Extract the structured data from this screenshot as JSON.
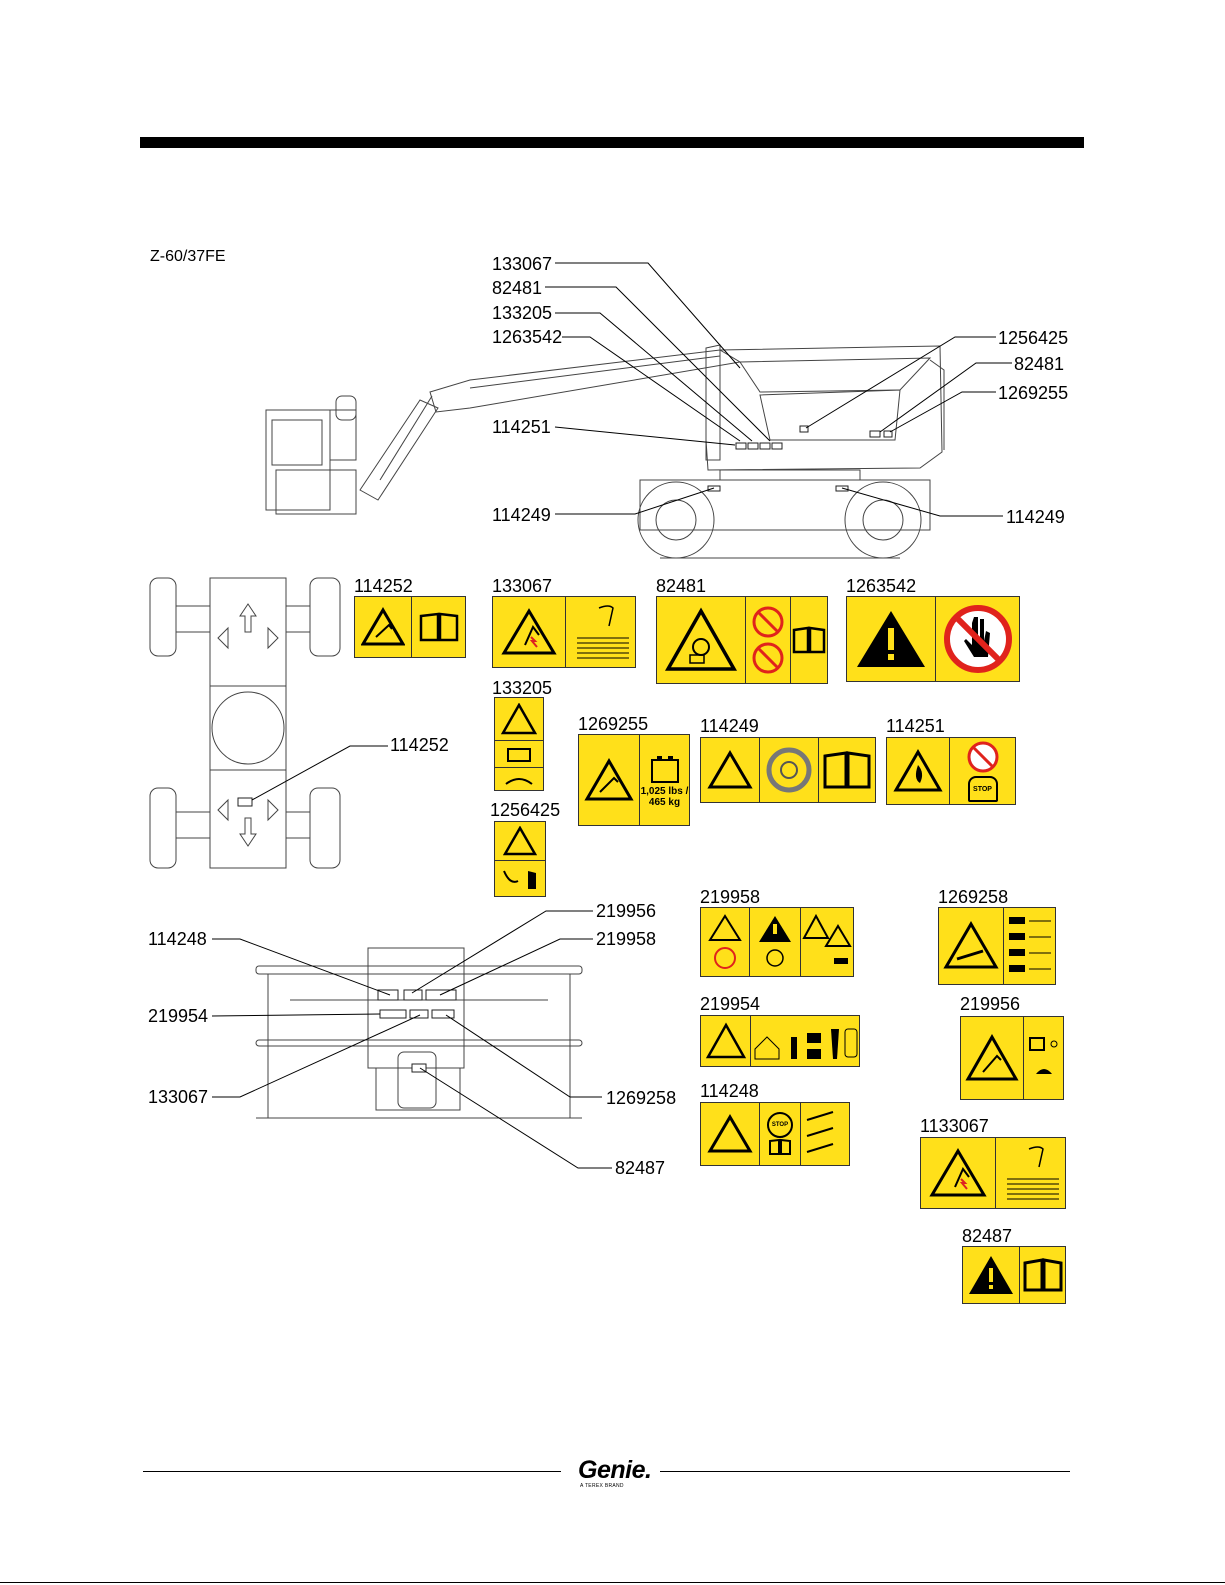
{
  "model": "Z-60/37FE",
  "side_view_callouts": {
    "left": [
      "133067",
      "82481",
      "133205",
      "1263542",
      "114251",
      "114249"
    ],
    "right": [
      "1256425",
      "82481",
      "1269255",
      "114249"
    ]
  },
  "chassis_callout": "114252",
  "platform_callouts": {
    "left": [
      "114248",
      "219954",
      "133067"
    ],
    "right": [
      "219956",
      "219958",
      "1269258",
      "82487"
    ]
  },
  "decals": {
    "d114252": "114252",
    "d133067": "133067",
    "d82481": "82481",
    "d1263542": "1263542",
    "d133205": "133205",
    "d1269255": "1269255",
    "d1269255_cap": "1,025 lbs / 465 kg",
    "d114249": "114249",
    "d114251": "114251",
    "d114251_stop": "STOP",
    "d1256425": "1256425",
    "d219958": "219958",
    "d1269258": "1269258",
    "d219954": "219954",
    "d219956": "219956",
    "d114248": "114248",
    "d114248_stop": "STOP",
    "d1133067": "1133067",
    "d82487": "82487"
  },
  "footer": {
    "brand": "Genie.",
    "tagline": "A TEREX BRAND"
  },
  "colors": {
    "decal_yellow": "#ffe01a",
    "prohibit_red": "#e0231c"
  }
}
